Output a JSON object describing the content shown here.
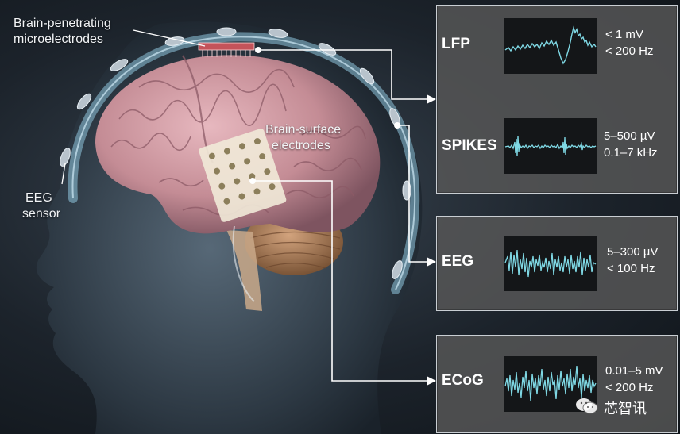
{
  "labels": {
    "microelectrodes": [
      "Brain-penetrating",
      "microelectrodes"
    ],
    "surface": [
      "Brain-surface",
      "electrodes"
    ],
    "eeg_sensor": [
      "EEG",
      "sensor"
    ]
  },
  "panels": [
    {
      "name": "LFP",
      "specs": [
        "< 1 mV",
        "< 200 Hz"
      ]
    },
    {
      "name": "SPIKES",
      "specs": [
        "5–500 µV",
        "0.1–7 kHz"
      ]
    },
    {
      "name": "EEG",
      "specs": [
        "5–300 µV",
        "< 100 Hz"
      ]
    },
    {
      "name": "ECoG",
      "specs": [
        "0.01–5 mV",
        "< 200 Hz"
      ]
    }
  ],
  "watermark": {
    "text": "芯智讯",
    "icon": "wechat-icon"
  },
  "colors": {
    "trace": "#7fd8e4",
    "skull": "#8fc6df",
    "brain": "#c9909a",
    "panel_border": "#c9ced3",
    "connector": "#ffffff"
  }
}
